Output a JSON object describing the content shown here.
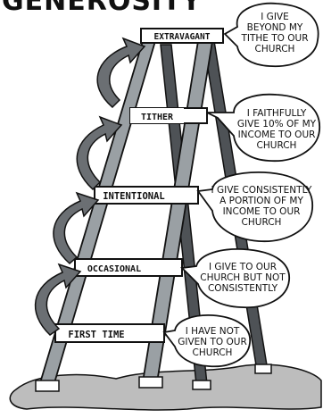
{
  "title": "GENEROSITY",
  "steps": [
    {
      "label": "EXTRAVAGANT",
      "bubble": [
        "I GIVE",
        "BEYOND MY",
        "TITHE TO OUR",
        "CHURCH"
      ]
    },
    {
      "label": "TITHER",
      "bubble": [
        "I FAITHFULLY",
        "GIVE 10% OF MY",
        "INCOME TO OUR",
        "CHURCH"
      ]
    },
    {
      "label": "INTENTIONAL",
      "bubble": [
        "I GIVE CONSISTENTLY",
        "A PORTION OF MY",
        "INCOME TO OUR",
        "CHURCH"
      ]
    },
    {
      "label": "OCCASIONAL",
      "bubble": [
        "I GIVE TO OUR",
        "CHURCH BUT NOT",
        "CONSISTENTLY"
      ]
    },
    {
      "label": "FIRST TIME",
      "bubble": [
        "I HAVE NOT",
        "GIVEN TO OUR",
        "CHURCH"
      ]
    }
  ],
  "colors": {
    "ladder": "#9aa0a4",
    "ladder_dark": "#4e5256",
    "ink": "#111111",
    "puddle": "#bdbdbd",
    "arrow": "#6b6f73"
  }
}
